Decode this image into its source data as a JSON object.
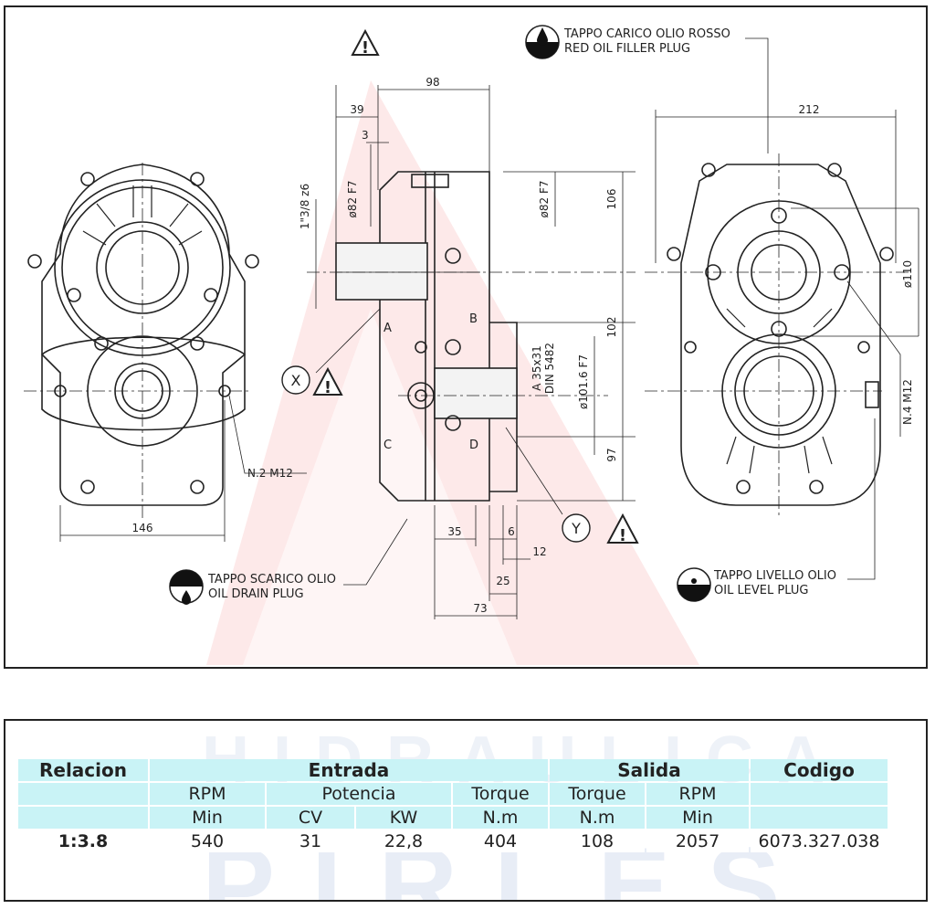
{
  "drawing": {
    "filler_plug": {
      "line1": "TAPPO CARICO OLIO ROSSO",
      "line2": "RED OIL FILLER PLUG"
    },
    "drain_plug": {
      "line1": "TAPPO SCARICO OLIO",
      "line2": "OIL DRAIN PLUG"
    },
    "level_plug": {
      "line1": "TAPPO LIVELLO OLIO",
      "line2": "OIL LEVEL PLUG"
    },
    "markers": {
      "x": "X",
      "y": "Y",
      "warning": "!"
    },
    "points": {
      "a": "A",
      "b": "B",
      "c": "C",
      "d": "D"
    },
    "dimensions": {
      "d98": "98",
      "d39": "39",
      "d3": "3",
      "d82f7_left": "ø82 F7",
      "d138z6": "1\"3/8 z6",
      "d82f7_right": "ø82 F7",
      "d106": "106",
      "d102": "102",
      "d97": "97",
      "d35x31": "A 35x31",
      "din": "DIN 5482",
      "d1016": "ø101.6 F7",
      "d35": "35",
      "d6": "6",
      "d12": "12",
      "d25": "25",
      "d73": "73",
      "d146": "146",
      "n2m12": "N.2 M12",
      "d212": "212",
      "d110": "ø110",
      "n4m12": "N.4 M12"
    }
  },
  "table": {
    "watermark_top": "HIDRAULICA",
    "watermark_bottom": "PIRLES",
    "headers": {
      "relacion": "Relacion",
      "entrada": "Entrada",
      "salida": "Salida",
      "codigo": "Codigo"
    },
    "row2": {
      "rpm": "RPM",
      "potencia": "Potencia",
      "torque_in": "Torque",
      "torque_out": "Torque",
      "rpm_out": "RPM"
    },
    "row3": {
      "min": "Min",
      "cv": "CV",
      "kw": "KW",
      "nm_in": "N.m",
      "nm_out": "N.m",
      "min_out": "Min"
    },
    "data": {
      "ratio": "1:3.8",
      "rpm_in": "540",
      "cv": "31",
      "kw": "22,8",
      "torque_in": "404",
      "torque_out": "108",
      "rpm_out": "2057",
      "code": "6073.327.038"
    }
  }
}
